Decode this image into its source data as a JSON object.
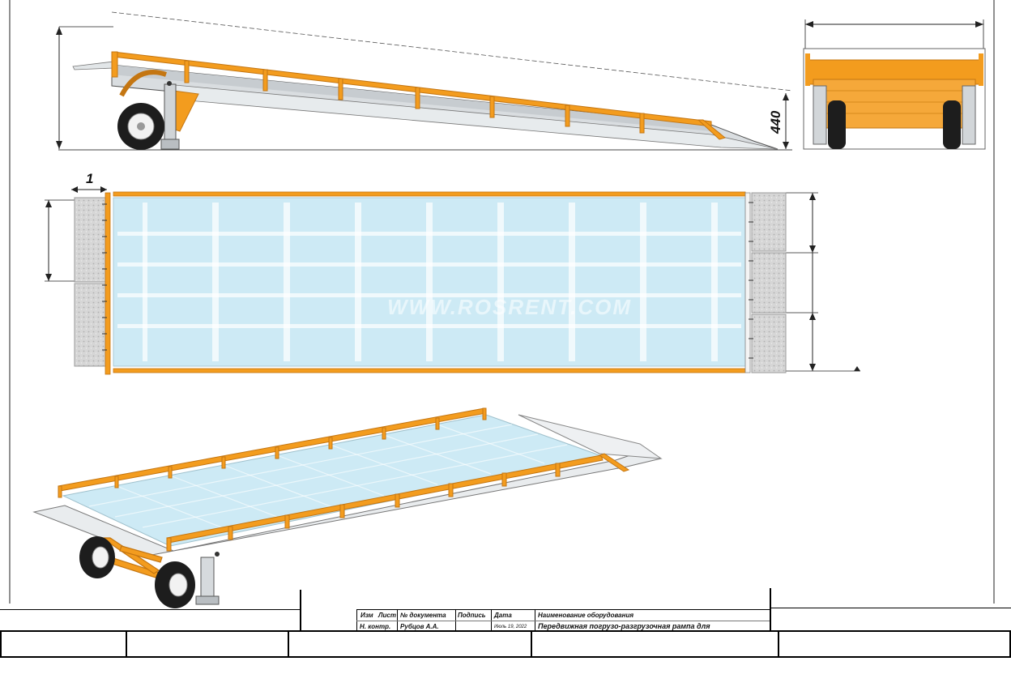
{
  "drawing": {
    "dimension_side_height": "440",
    "dimension_plan_offset": "1",
    "watermark": "WWW.ROSRENT.COM",
    "colors": {
      "frame": "#f39c1e",
      "frame_dark": "#c47612",
      "deck": "#cdeaf5",
      "deck_rib": "#ffffff",
      "steel": "#d9dde0",
      "ground_pad": "#d2d2d2",
      "tire": "#1d1d1d",
      "line": "#222222"
    }
  },
  "title_block": {
    "rev_label": "Изм",
    "sheet_label": "Лист",
    "doc_label": "№ документа",
    "sign_label": "Подпись",
    "date_label": "Дата",
    "name_header": "Наименование оборудования",
    "checker_label": "Н. контр.",
    "checker_name": "Рубцов А.А.",
    "date_value": "Июль 19, 2022",
    "name_value": "Передвижная погрузо-разгрузочная рампа для"
  }
}
